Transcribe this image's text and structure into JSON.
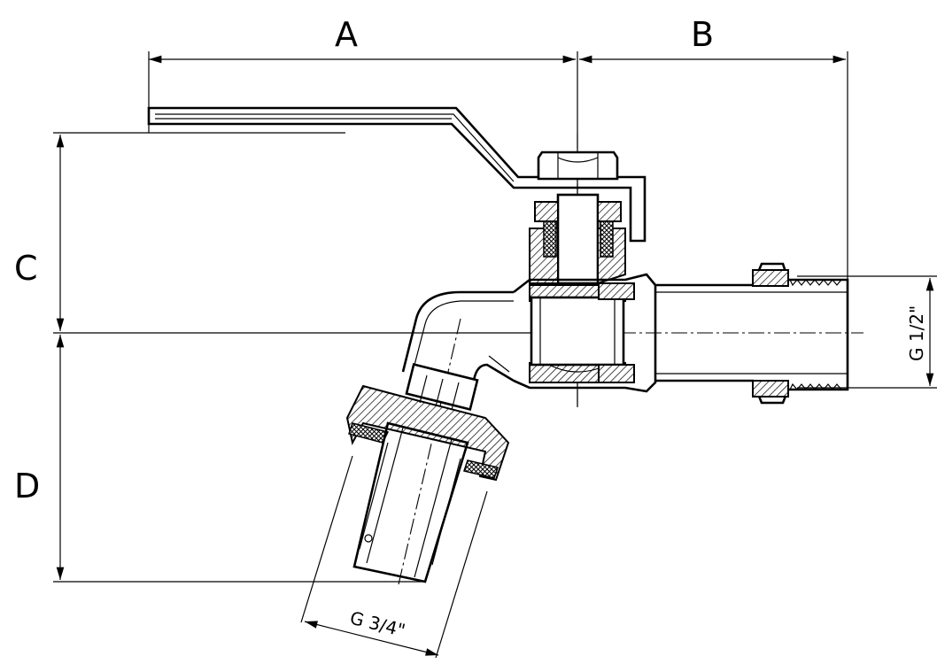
{
  "labels": {
    "dim_a": "A",
    "dim_b": "B",
    "dim_c": "C",
    "dim_d": "D",
    "thread_inlet": "G 1/2\"",
    "thread_outlet": "G 3/4\""
  }
}
